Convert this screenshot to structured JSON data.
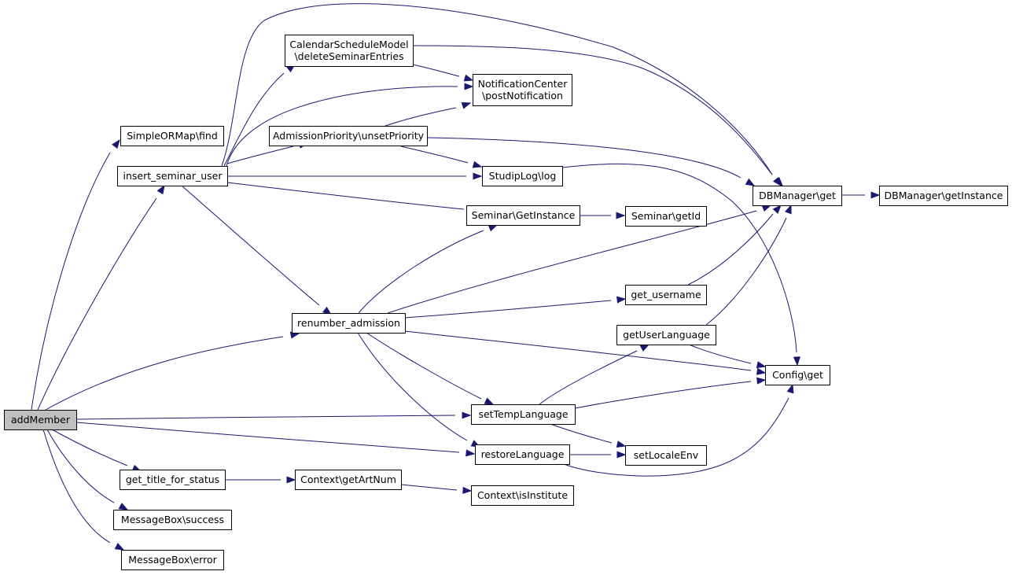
{
  "diagram": {
    "kind": "call-graph",
    "colors": {
      "edge": "#191970",
      "node_fill": "#ffffff",
      "highlight_fill": "#bfbfbf",
      "border": "#000000"
    },
    "nodes": [
      {
        "id": "addMember",
        "lines": [
          "addMember"
        ],
        "highlight": true
      },
      {
        "id": "SimpleORMap-find",
        "lines": [
          "SimpleORMap\\find"
        ]
      },
      {
        "id": "insert_seminar_user",
        "lines": [
          "insert_seminar_user"
        ]
      },
      {
        "id": "CalendarScheduleModel-deleteSeminarEntries",
        "lines": [
          "CalendarScheduleModel",
          "\\deleteSeminarEntries"
        ]
      },
      {
        "id": "NotificationCenter-postNotification",
        "lines": [
          "NotificationCenter",
          "\\postNotification"
        ]
      },
      {
        "id": "AdmissionPriority-unsetPriority",
        "lines": [
          "AdmissionPriority\\unsetPriority"
        ]
      },
      {
        "id": "StudipLog-log",
        "lines": [
          "StudipLog\\log"
        ]
      },
      {
        "id": "Seminar-GetInstance",
        "lines": [
          "Seminar\\GetInstance"
        ]
      },
      {
        "id": "Seminar-getId",
        "lines": [
          "Seminar\\getId"
        ]
      },
      {
        "id": "DBManager-get",
        "lines": [
          "DBManager\\get"
        ]
      },
      {
        "id": "DBManager-getInstance",
        "lines": [
          "DBManager\\getInstance"
        ]
      },
      {
        "id": "renumber_admission",
        "lines": [
          "renumber_admission"
        ]
      },
      {
        "id": "get_username",
        "lines": [
          "get_username"
        ]
      },
      {
        "id": "getUserLanguage",
        "lines": [
          "getUserLanguage"
        ]
      },
      {
        "id": "Config-get",
        "lines": [
          "Config\\get"
        ]
      },
      {
        "id": "setTempLanguage",
        "lines": [
          "setTempLanguage"
        ]
      },
      {
        "id": "restoreLanguage",
        "lines": [
          "restoreLanguage"
        ]
      },
      {
        "id": "setLocaleEnv",
        "lines": [
          "setLocaleEnv"
        ]
      },
      {
        "id": "get_title_for_status",
        "lines": [
          "get_title_for_status"
        ]
      },
      {
        "id": "Context-getArtNum",
        "lines": [
          "Context\\getArtNum"
        ]
      },
      {
        "id": "Context-isInstitute",
        "lines": [
          "Context\\isInstitute"
        ]
      },
      {
        "id": "MessageBox-success",
        "lines": [
          "MessageBox\\success"
        ]
      },
      {
        "id": "MessageBox-error",
        "lines": [
          "MessageBox\\error"
        ]
      }
    ],
    "edges": [
      [
        "addMember",
        "SimpleORMap-find"
      ],
      [
        "addMember",
        "insert_seminar_user"
      ],
      [
        "addMember",
        "renumber_admission"
      ],
      [
        "addMember",
        "setTempLanguage"
      ],
      [
        "addMember",
        "restoreLanguage"
      ],
      [
        "addMember",
        "get_title_for_status"
      ],
      [
        "addMember",
        "MessageBox-success"
      ],
      [
        "addMember",
        "MessageBox-error"
      ],
      [
        "insert_seminar_user",
        "CalendarScheduleModel-deleteSeminarEntries"
      ],
      [
        "insert_seminar_user",
        "DBManager-get"
      ],
      [
        "insert_seminar_user",
        "NotificationCenter-postNotification"
      ],
      [
        "insert_seminar_user",
        "AdmissionPriority-unsetPriority"
      ],
      [
        "insert_seminar_user",
        "StudipLog-log"
      ],
      [
        "insert_seminar_user",
        "Seminar-GetInstance"
      ],
      [
        "insert_seminar_user",
        "renumber_admission"
      ],
      [
        "CalendarScheduleModel-deleteSeminarEntries",
        "NotificationCenter-postNotification"
      ],
      [
        "CalendarScheduleModel-deleteSeminarEntries",
        "DBManager-get"
      ],
      [
        "AdmissionPriority-unsetPriority",
        "NotificationCenter-postNotification"
      ],
      [
        "AdmissionPriority-unsetPriority",
        "DBManager-get"
      ],
      [
        "AdmissionPriority-unsetPriority",
        "StudipLog-log"
      ],
      [
        "StudipLog-log",
        "Config-get"
      ],
      [
        "Seminar-GetInstance",
        "Seminar-getId"
      ],
      [
        "DBManager-get",
        "DBManager-getInstance"
      ],
      [
        "renumber_admission",
        "Seminar-GetInstance"
      ],
      [
        "renumber_admission",
        "DBManager-get"
      ],
      [
        "renumber_admission",
        "get_username"
      ],
      [
        "renumber_admission",
        "Config-get"
      ],
      [
        "renumber_admission",
        "setTempLanguage"
      ],
      [
        "renumber_admission",
        "restoreLanguage"
      ],
      [
        "get_username",
        "DBManager-get"
      ],
      [
        "getUserLanguage",
        "DBManager-get"
      ],
      [
        "getUserLanguage",
        "Config-get"
      ],
      [
        "setTempLanguage",
        "getUserLanguage"
      ],
      [
        "setTempLanguage",
        "Config-get"
      ],
      [
        "setTempLanguage",
        "setLocaleEnv"
      ],
      [
        "restoreLanguage",
        "setLocaleEnv"
      ],
      [
        "restoreLanguage",
        "Config-get"
      ],
      [
        "get_title_for_status",
        "Context-getArtNum"
      ],
      [
        "Context-getArtNum",
        "Context-isInstitute"
      ]
    ]
  }
}
